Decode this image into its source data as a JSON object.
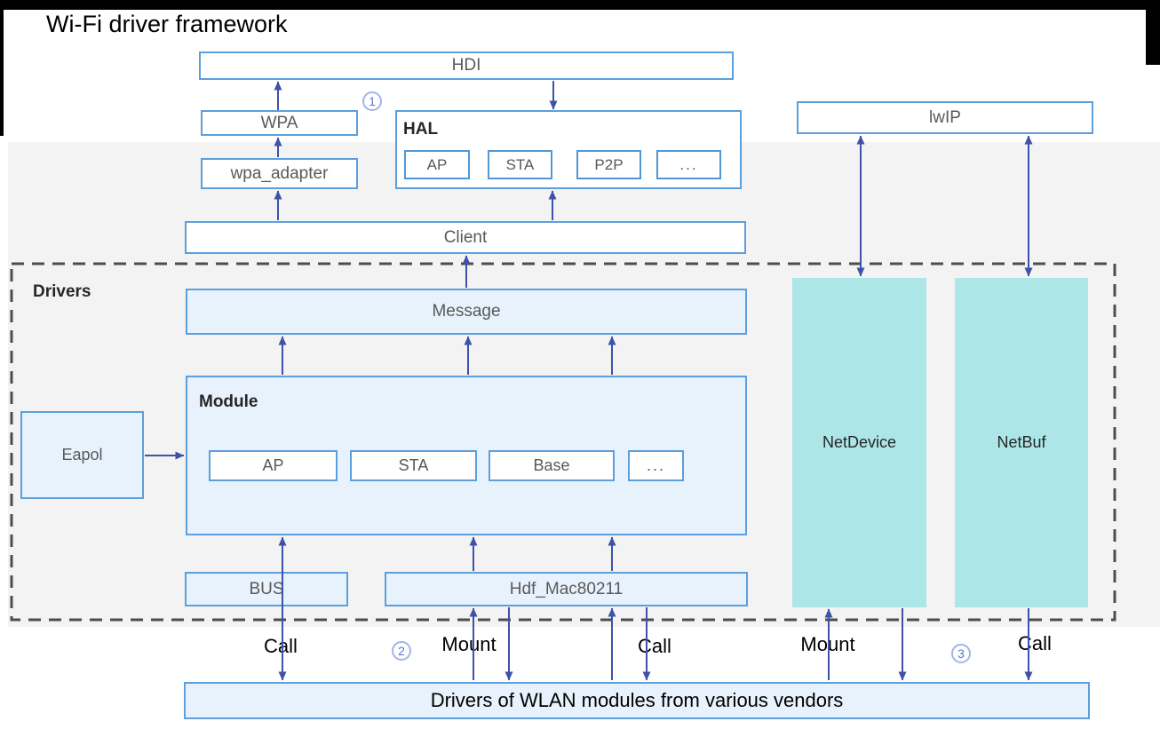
{
  "title": "Wi-Fi driver framework",
  "colors": {
    "box_border": "#5b9fdd",
    "box_fill_light_blue": "#e8f2fc",
    "teal_fill": "#ace6e7",
    "arrow": "#3e52a8",
    "dashed_border": "#4d4d4d",
    "background_band": "#f3f3f3",
    "box_text": "#595959",
    "bold_label_text": "#262626",
    "black_text": "#000000",
    "circled_number": "#5b79c8"
  },
  "layers": {
    "hdi": "HDI",
    "wpa": "WPA",
    "wpa_adapter": "wpa_adapter",
    "hal": {
      "label": "HAL",
      "items": [
        "AP",
        "STA",
        "P2P",
        "..."
      ]
    },
    "lwip": "lwIP",
    "client": "Client"
  },
  "drivers_group": {
    "label": "Drivers",
    "message": "Message",
    "module": {
      "label": "Module",
      "items": [
        "AP",
        "STA",
        "Base",
        "..."
      ]
    },
    "eapol": "Eapol",
    "bus": "BUS",
    "hdf_mac80211": "Hdf_Mac80211",
    "netdevice": "NetDevice",
    "netbuf": "NetBuf"
  },
  "bottom": {
    "vendors": "Drivers of WLAN modules from various vendors",
    "labels": {
      "call_bus": "Call",
      "mount_hdf": "Mount",
      "call_hdf": "Call",
      "mount_netdevice": "Mount",
      "call_netbuf": "Call"
    }
  },
  "circled_numbers": {
    "one": "1",
    "two": "2",
    "three": "3"
  }
}
